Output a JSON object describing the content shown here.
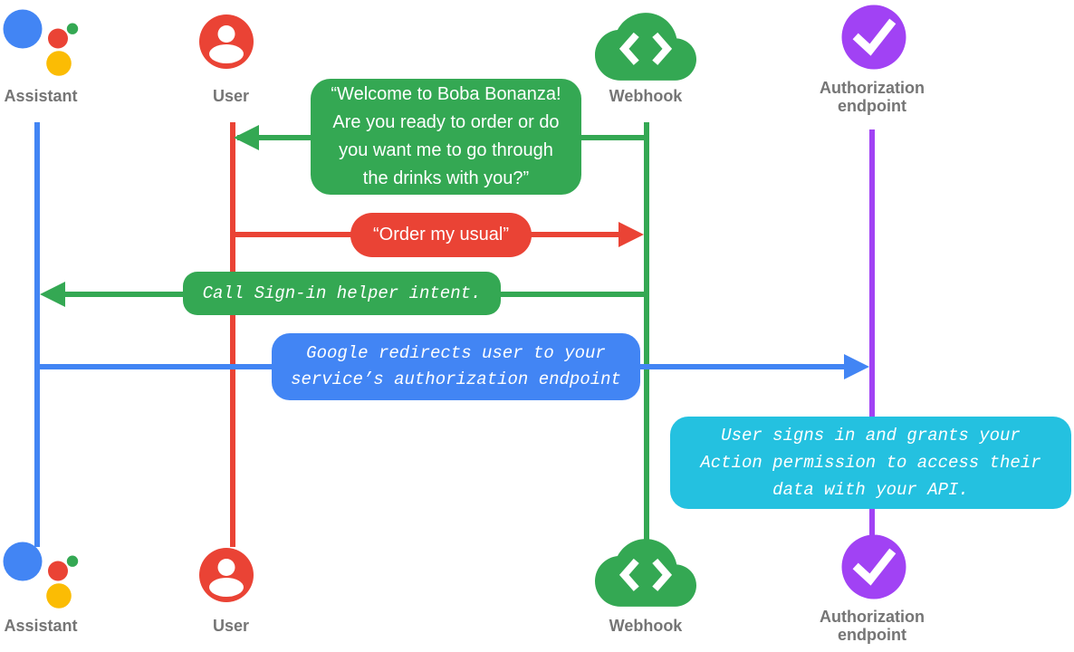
{
  "colors": {
    "blue": "#4285F4",
    "red": "#EA4335",
    "green": "#34A853",
    "yellow": "#FBBC04",
    "purple": "#A142F4",
    "cyan": "#24C1E0",
    "label-gray": "#757575",
    "text-white": "#FFFFFF",
    "background": "#FFFFFF"
  },
  "actors": {
    "assistant": {
      "label": "Assistant",
      "lifeline_color": "#4285F4",
      "icon": "google-assistant-logo"
    },
    "user": {
      "label": "User",
      "lifeline_color": "#EA4335",
      "icon": "user-circle"
    },
    "webhook": {
      "label": "Webhook",
      "lifeline_color": "#34A853",
      "icon": "cloud-code"
    },
    "auth": {
      "label": "Authorization endpoint",
      "lifeline_color": "#A142F4",
      "icon": "check-circle"
    }
  },
  "messages": {
    "welcome": {
      "from": "Webhook",
      "to": "User",
      "color": "#34A853",
      "text_style": "speech",
      "lines": [
        "“Welcome to Boba Bonanza!",
        "Are you ready to order or do",
        "you want me to go through",
        "the drinks with you?”"
      ]
    },
    "order": {
      "from": "User",
      "to": "Webhook",
      "color": "#EA4335",
      "text_style": "speech",
      "lines": [
        "“Order my usual”"
      ]
    },
    "signin": {
      "from": "Webhook",
      "to": "Assistant",
      "color": "#34A853",
      "text_style": "code-italic",
      "lines": [
        "Call Sign-in helper intent."
      ]
    },
    "redirect": {
      "from": "Assistant",
      "to": "Authorization endpoint",
      "color": "#4285F4",
      "text_style": "code-italic",
      "lines": [
        "Google redirects user to your",
        "service’s authorization endpoint"
      ]
    },
    "grant": {
      "note_on": "Authorization endpoint",
      "color": "#24C1E0",
      "text_style": "code-italic",
      "lines": [
        "User signs in and grants your",
        "Action permission to access their",
        "data with your API."
      ]
    }
  }
}
